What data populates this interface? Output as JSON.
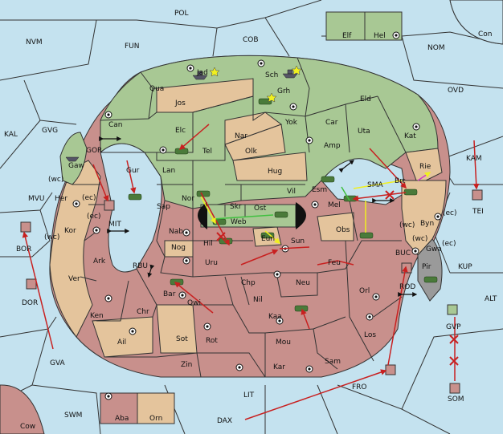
{
  "board": {
    "colors": {
      "sea": "#c4e2ef",
      "neutral_land": "#a8c894",
      "power_tan": "#e4c49c",
      "power_red": "#c8908c",
      "impassable": "#9a9a9a",
      "order_move": "#c82020",
      "order_support": "#f0f020",
      "order_convoy": "#40c040",
      "order_magenta": "#d040c0"
    },
    "sea_labels": [
      "POL",
      "NVM",
      "FUN",
      "COB",
      "NOM",
      "Con",
      "OVD",
      "KAL",
      "GVG",
      "GOR",
      "MVU",
      "MIT",
      "BOR",
      "DOR",
      "RBU",
      "KAM",
      "TEI",
      "KUP",
      "ALT",
      "BUC",
      "ROD",
      "GVP",
      "SOM",
      "FRO",
      "LIT",
      "SWM",
      "DAX",
      "GVA",
      "Cow",
      "Elf",
      "Hel"
    ],
    "land_labels": [
      "Jad",
      "Sch",
      "Qua",
      "Jos",
      "Grh",
      "Eld",
      "Can",
      "Elc",
      "Nar",
      "Yok",
      "Car",
      "Uta",
      "Kat",
      "Tel",
      "Olk",
      "Amp",
      "Gaw",
      "Gur",
      "Lan",
      "Hug",
      "Vil",
      "Esm",
      "SMA",
      "Brt",
      "Rie",
      "Her",
      "Sap",
      "Nor",
      "Skr",
      "Ost",
      "Mel",
      "Kor",
      "Web",
      "Byn",
      "Nab",
      "Eun",
      "Sun",
      "Obs",
      "Gwa",
      "Hil",
      "Nog",
      "Uru",
      "Feu",
      "Ark",
      "Pir",
      "Ver",
      "Chp",
      "Neu",
      "Bar",
      "Qwi",
      "Orl",
      "Nil",
      "Ken",
      "Chr",
      "Kaa",
      "Ail",
      "Sot",
      "Rot",
      "Mou",
      "Los",
      "Zin",
      "Kar",
      "Sam",
      "Aba",
      "Orn"
    ],
    "coast_tags": [
      "(wc)",
      "(ec)",
      "(ec)",
      "(wc)",
      "(wc)",
      "(ec)",
      "(wc)",
      "(ec)"
    ]
  }
}
